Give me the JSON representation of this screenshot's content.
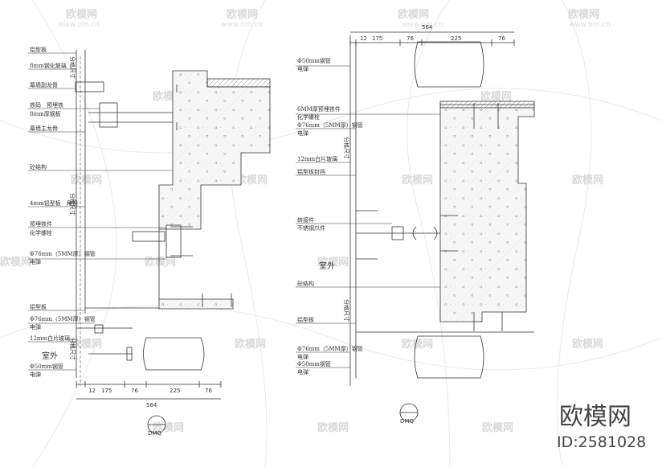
{
  "watermark": {
    "text": "欧模网",
    "url": "www.om.cn"
  },
  "brand": {
    "name": "欧模网",
    "id": "ID:2581028"
  },
  "left_detail": {
    "tag": "DMQ",
    "outdoor": "室外",
    "vertical_label_1": "分格尺寸",
    "vertical_label_2": "分格尺寸",
    "vertical_label_3": "分格尺寸",
    "callouts": [
      "铝型板",
      "8mm钢化玻璃",
      "幕墙副龙骨",
      "铁码　预埋铁",
      "8mm厚钢板",
      "幕墙主龙骨",
      "砼结构",
      "4mm铝型板　角钢",
      "预埋铁件",
      "化学螺栓",
      "Φ76mm（5MM厚）钢管",
      "电弹",
      "铝型板",
      "Φ76mm（5MM厚）钢管",
      "电弹",
      "12mm白片玻璃",
      "Φ50mm钢管",
      "电弹"
    ],
    "dims": {
      "seg": [
        "12",
        "175",
        "76",
        "225",
        "76"
      ],
      "total": "564"
    }
  },
  "right_detail": {
    "tag": "DMQ",
    "outdoor": "室外",
    "vertical_label": "分格尺寸",
    "callouts": [
      "Φ50mm钢管",
      "电弹",
      "6MM厚预埋铁件",
      "化学螺栓",
      "Φ76mm（5MM厚）钢管",
      "电弹",
      "12mm白片玻璃",
      "铝型板封挡",
      "转接件",
      "不锈钢爪件",
      "砼结构",
      "铝型板",
      "Φ76mm（5MM厚）钢管",
      "电弹",
      "Φ50mm钢管",
      "电弹"
    ],
    "dims": {
      "seg": [
        "12",
        "175",
        "76",
        "225",
        "76"
      ],
      "total": "564"
    }
  },
  "colors": {
    "line": "#333333",
    "concrete": "#f4f4f4",
    "watermark": "#d9d9d9"
  }
}
